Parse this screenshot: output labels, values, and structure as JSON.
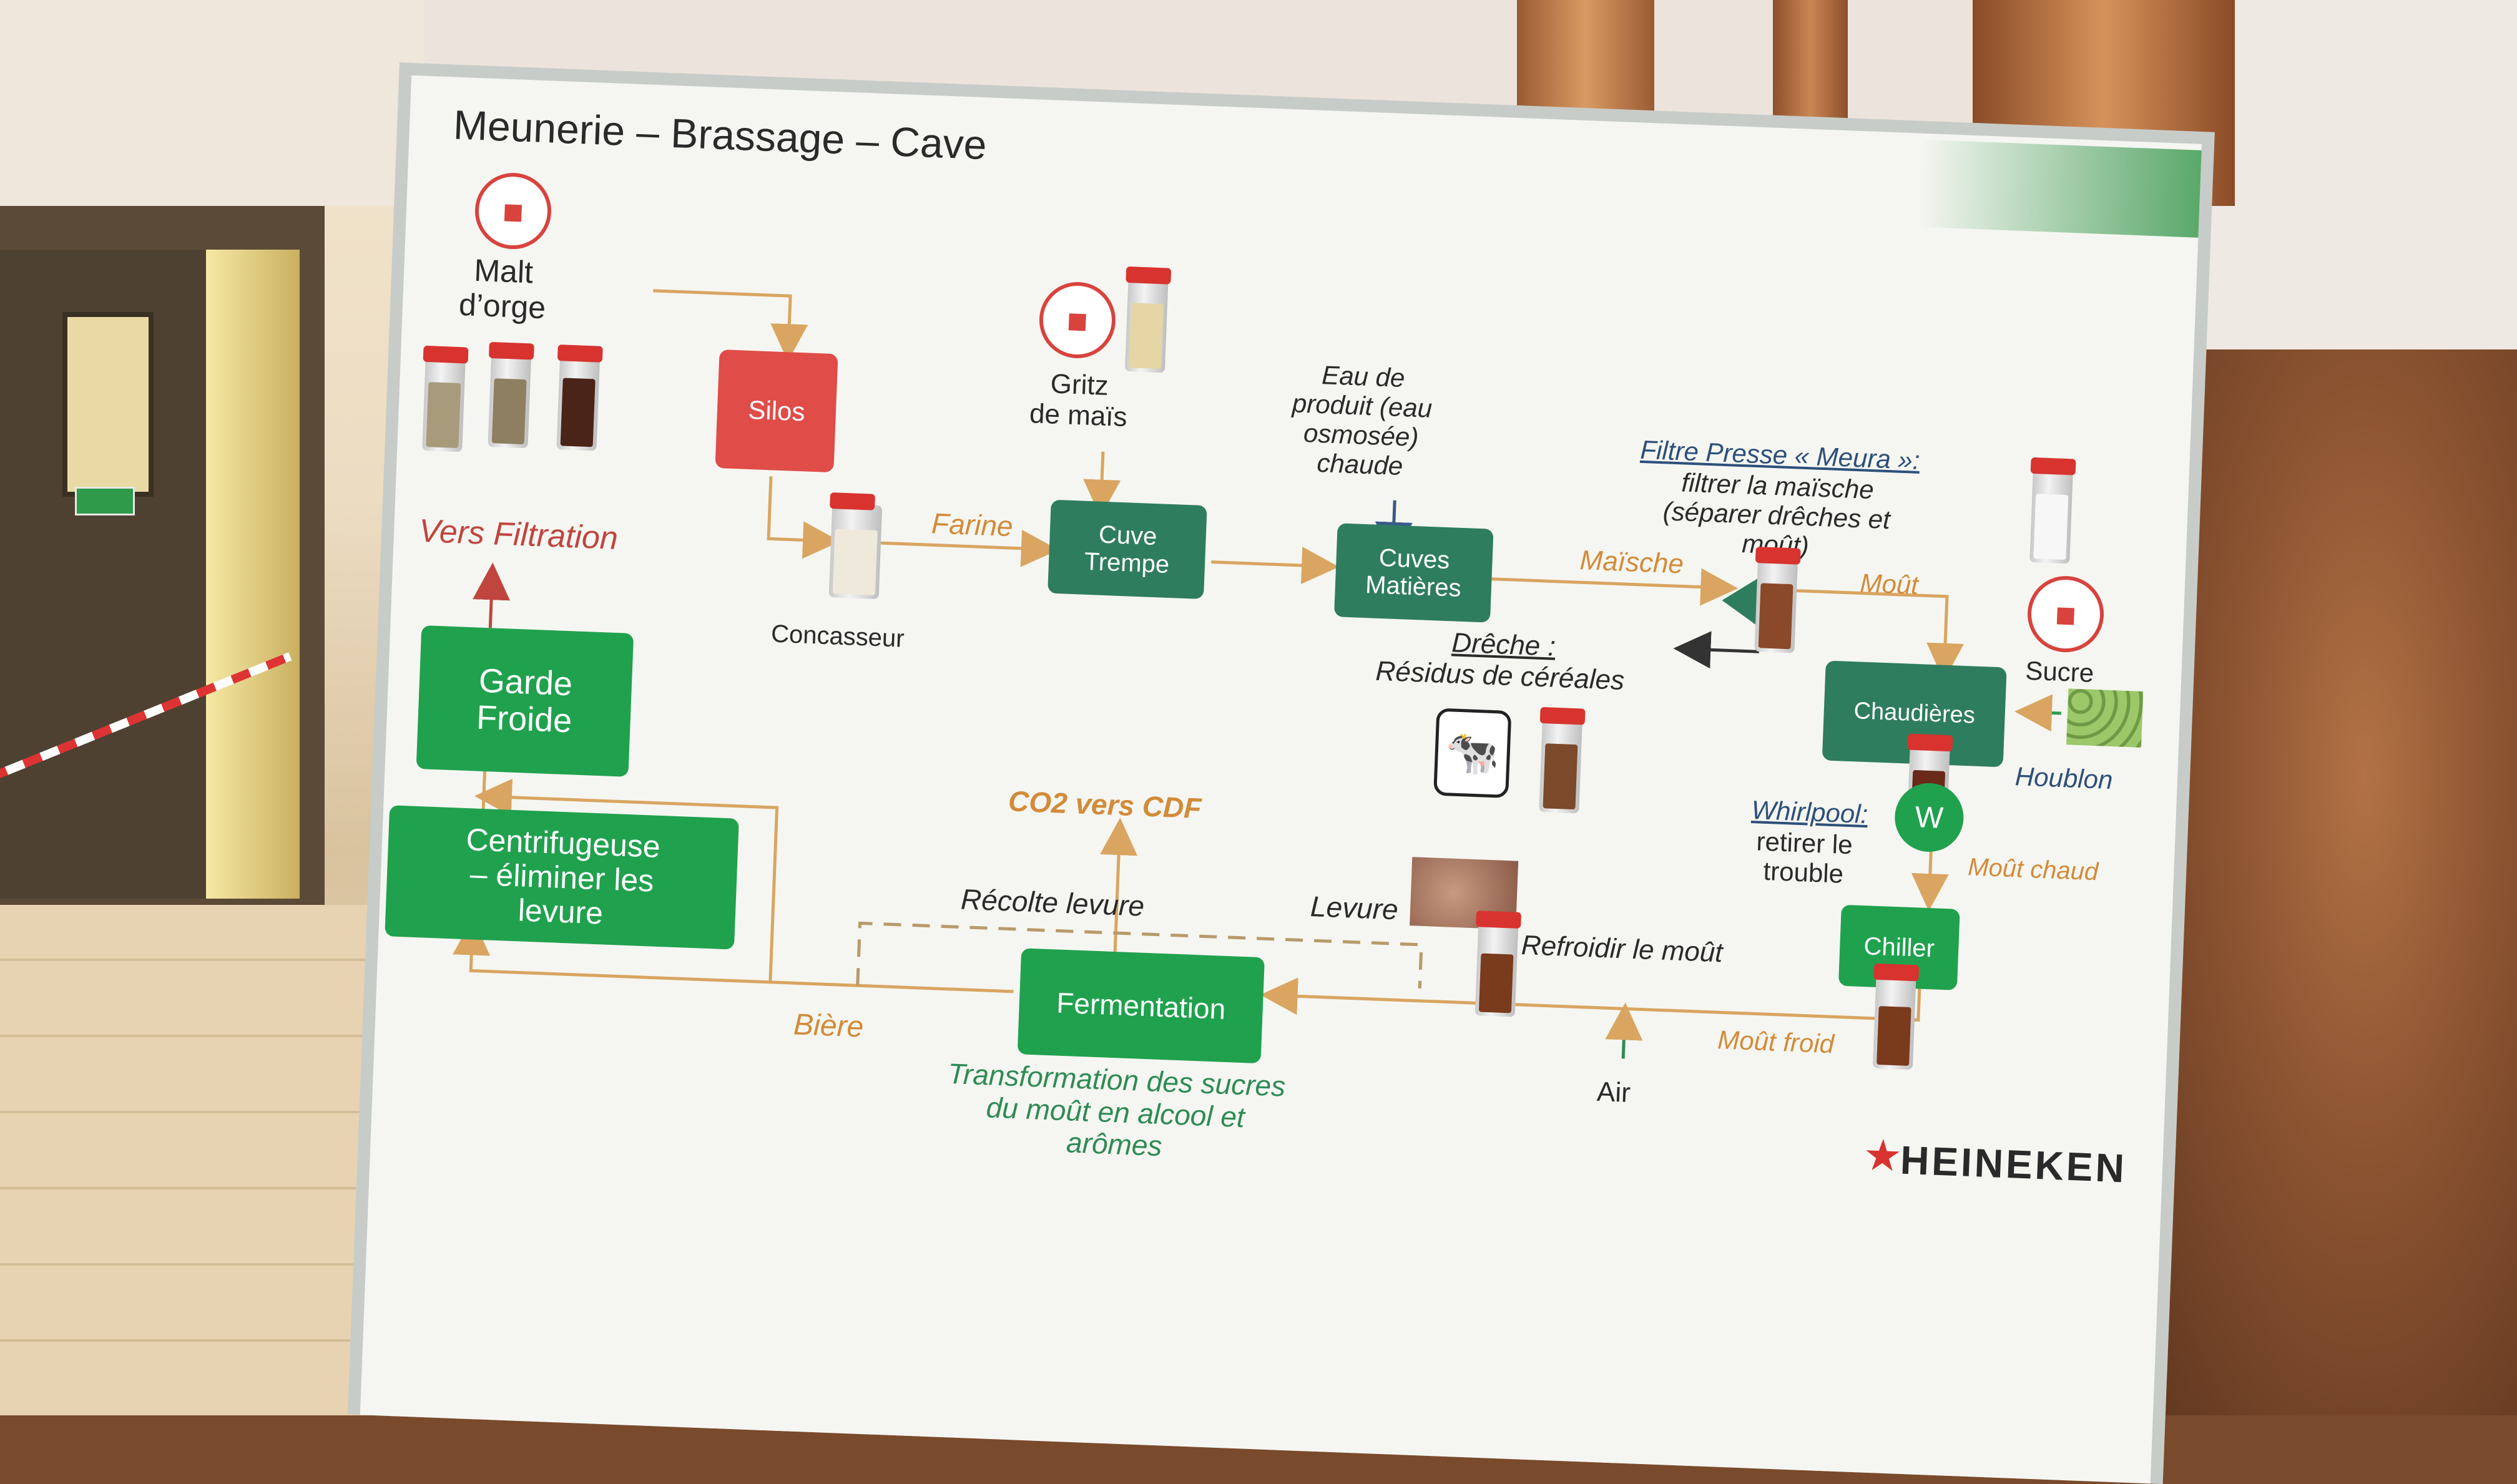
{
  "title": "Meunerie – Brassage – Cave",
  "labels": {
    "malt": "Malt\nd’orge",
    "silos": "Silos",
    "gritz": "Gritz\nde maïs",
    "concasseur": "Concasseur",
    "farine": "Farine",
    "cuve_trempe": "Cuve\nTrempe",
    "eau": "Eau de\nproduit (eau\nosmosée)\nchaude",
    "cuves_matieres": "Cuves\nMatières",
    "maische": "Maïsche",
    "filtre_title": "Filtre Presse « Meura »:",
    "filtre_desc": "filtrer la maïsche\n(séparer drêches et\nmoût)",
    "mout": "Moût",
    "sucre": "Sucre",
    "vers_filtration": "Vers Filtration",
    "dreche_title": "Drêche :",
    "dreche_desc": "Résidus de céréales",
    "chaudieres": "Chaudières",
    "houblon": "Houblon",
    "garde_froide": "Garde\nFroide",
    "whirlpool_title": "Whirlpool:",
    "whirlpool_desc": "retirer le\ntrouble",
    "whirlpool_badge": "W",
    "mout_chaud": "Moût chaud",
    "co2": "CO2 vers CDF",
    "centrifugeuse": "Centrifugeuse\n– éliminer les\nlevure",
    "recolte_levure": "Récolte levure",
    "levure": "Levure",
    "refroidir": "Refroidir le moût",
    "chiller": "Chiller",
    "fermentation": "Fermentation",
    "mout_froid": "Moût froid",
    "biere": "Bière",
    "transformation": "Transformation des sucres\ndu moût en alcool et\narômes",
    "air": "Air",
    "brand": "HEINEKEN"
  },
  "icons": {
    "truck": "delivery-truck",
    "cow": "cow",
    "star": "red-star"
  },
  "colors": {
    "red_box": "#e04c48",
    "teal_box": "#2e7d5e",
    "green_box": "#20a14e",
    "arrow_orange": "#d9a560",
    "arrow_red": "#c0453f"
  }
}
